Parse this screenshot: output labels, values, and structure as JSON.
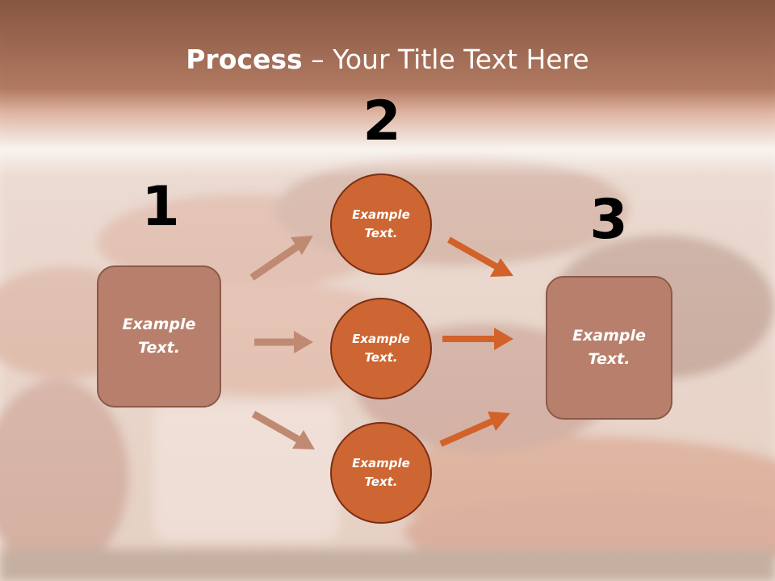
{
  "title": {
    "bold": "Process",
    "rest": " – Your Title Text Here"
  },
  "steps": {
    "one": {
      "number": "1",
      "text": "Example\nText."
    },
    "two": {
      "number": "2"
    },
    "three": {
      "number": "3",
      "text": "Example\nText."
    }
  },
  "circles": [
    {
      "text": "Example\nText."
    },
    {
      "text": "Example\nText."
    },
    {
      "text": "Example\nText."
    }
  ],
  "colors": {
    "box_fill": "#b8806c",
    "circle_fill": "#cd6632",
    "arrow_left": "#c08a72",
    "arrow_right": "#d2622a"
  }
}
